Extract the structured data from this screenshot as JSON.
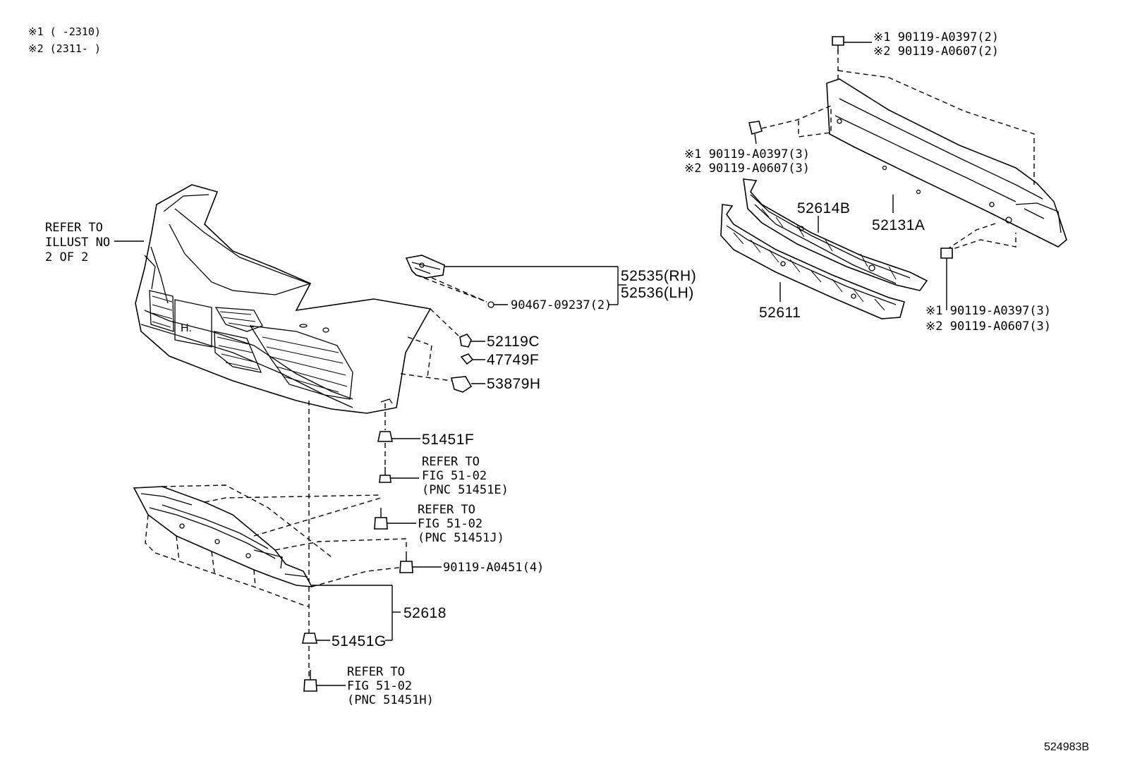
{
  "notes": [
    "※1 (    -2310)",
    "※2 (2311-    )"
  ],
  "labels": {
    "refer_illust": [
      "REFER TO",
      "ILLUST NO",
      "2 OF 2"
    ],
    "p52535": "52535(RH)",
    "p52536": "52536(LH)",
    "p90467": "90467-09237(2)",
    "p52119c": "52119C",
    "p47749f": "47749F",
    "p53879h": "53879H",
    "p51451f": "51451F",
    "ref_e": [
      "REFER TO",
      "FIG 51-02",
      "(PNC 51451E)"
    ],
    "ref_j": [
      "REFER TO",
      "FIG 51-02",
      "(PNC 51451J)"
    ],
    "p90119_a0451": "90119-A0451(4)",
    "p52618": "52618",
    "p51451g": "51451G",
    "ref_h": [
      "REFER TO",
      "FIG 51-02",
      "(PNC 51451H)"
    ],
    "top_bolt": [
      "※1 90119-A0397(2)",
      "※2 90119-A0607(2)"
    ],
    "left_bolt": [
      "※1 90119-A0397(3)",
      "※2 90119-A0607(3)"
    ],
    "right_bolt": [
      "※1 90119-A0397(3)",
      "※2 90119-A0607(3)"
    ],
    "p52614b": "52614B",
    "p52131a": "52131A",
    "p52611": "52611",
    "illustration_id": "524983B"
  }
}
